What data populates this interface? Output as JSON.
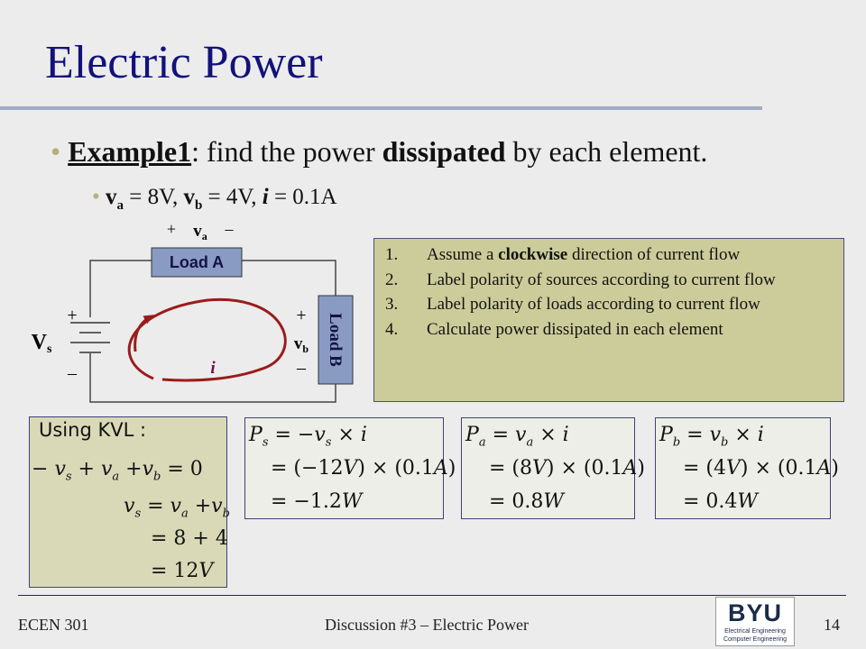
{
  "slide": {
    "title": "Electric Power",
    "bullet1": {
      "dot": "•",
      "example": "Example1",
      "colon": ":",
      "pre": " find the power ",
      "bold": "dissipated",
      "post": " by each element."
    },
    "bullet2": {
      "dot": "•",
      "va": "v",
      "va_sub": "a",
      "va_val": " = 8V, ",
      "vb": "v",
      "vb_sub": "b",
      "vb_val": " = 4V, ",
      "i": "i",
      "i_val": " = 0.1A"
    }
  },
  "circuit": {
    "load_a": "Load A",
    "load_b": "Load B",
    "va_plus": "+",
    "va_label": "v",
    "va_sub": "a",
    "va_minus": "–",
    "vs_plus": "+",
    "vs_label": "V",
    "vs_sub": "s",
    "vs_minus": "–",
    "vb_plus": "+",
    "vb_label": "v",
    "vb_sub": "b",
    "vb_minus": "–",
    "current": "i",
    "colors": {
      "wire": "#444444",
      "load": "#8a9bc3",
      "arrow": "#9b1b1b"
    }
  },
  "steps": [
    {
      "num": "1.",
      "pre": "Assume a ",
      "bold": "clockwise",
      "post": " direction of current flow"
    },
    {
      "num": "2.",
      "pre": "Label polarity of sources according to current flow",
      "bold": "",
      "post": ""
    },
    {
      "num": "3.",
      "pre": "Label polarity of loads according to current flow",
      "bold": "",
      "post": ""
    },
    {
      "num": "4.",
      "pre": "Calculate power dissipated in each element",
      "bold": "",
      "post": ""
    }
  ],
  "kvl": {
    "heading": "Using KVL :",
    "line1": "− v_s + v_a + v_b = 0",
    "line2": "v_s = v_a + v_b",
    "line3": "= 8 + 4",
    "line4": "= 12V"
  },
  "ps": {
    "line1": "P_s = −v_s × i",
    "line2": "= (−12V) × (0.1A)",
    "line3": "= −1.2W"
  },
  "pa": {
    "line1": "P_a = v_a × i",
    "line2": "= (8V) × (0.1A)",
    "line3": "= 0.8W"
  },
  "pb": {
    "line1": "P_b = v_b × i",
    "line2": "= (4V) × (0.1A)",
    "line3": "= 0.4W"
  },
  "footer": {
    "left": "ECEN 301",
    "center": "Discussion #3 – Electric Power",
    "page": "14",
    "logo_mark": "BYU",
    "logo_line1": "Electrical Engineering",
    "logo_line2": "Computer Engineering"
  }
}
